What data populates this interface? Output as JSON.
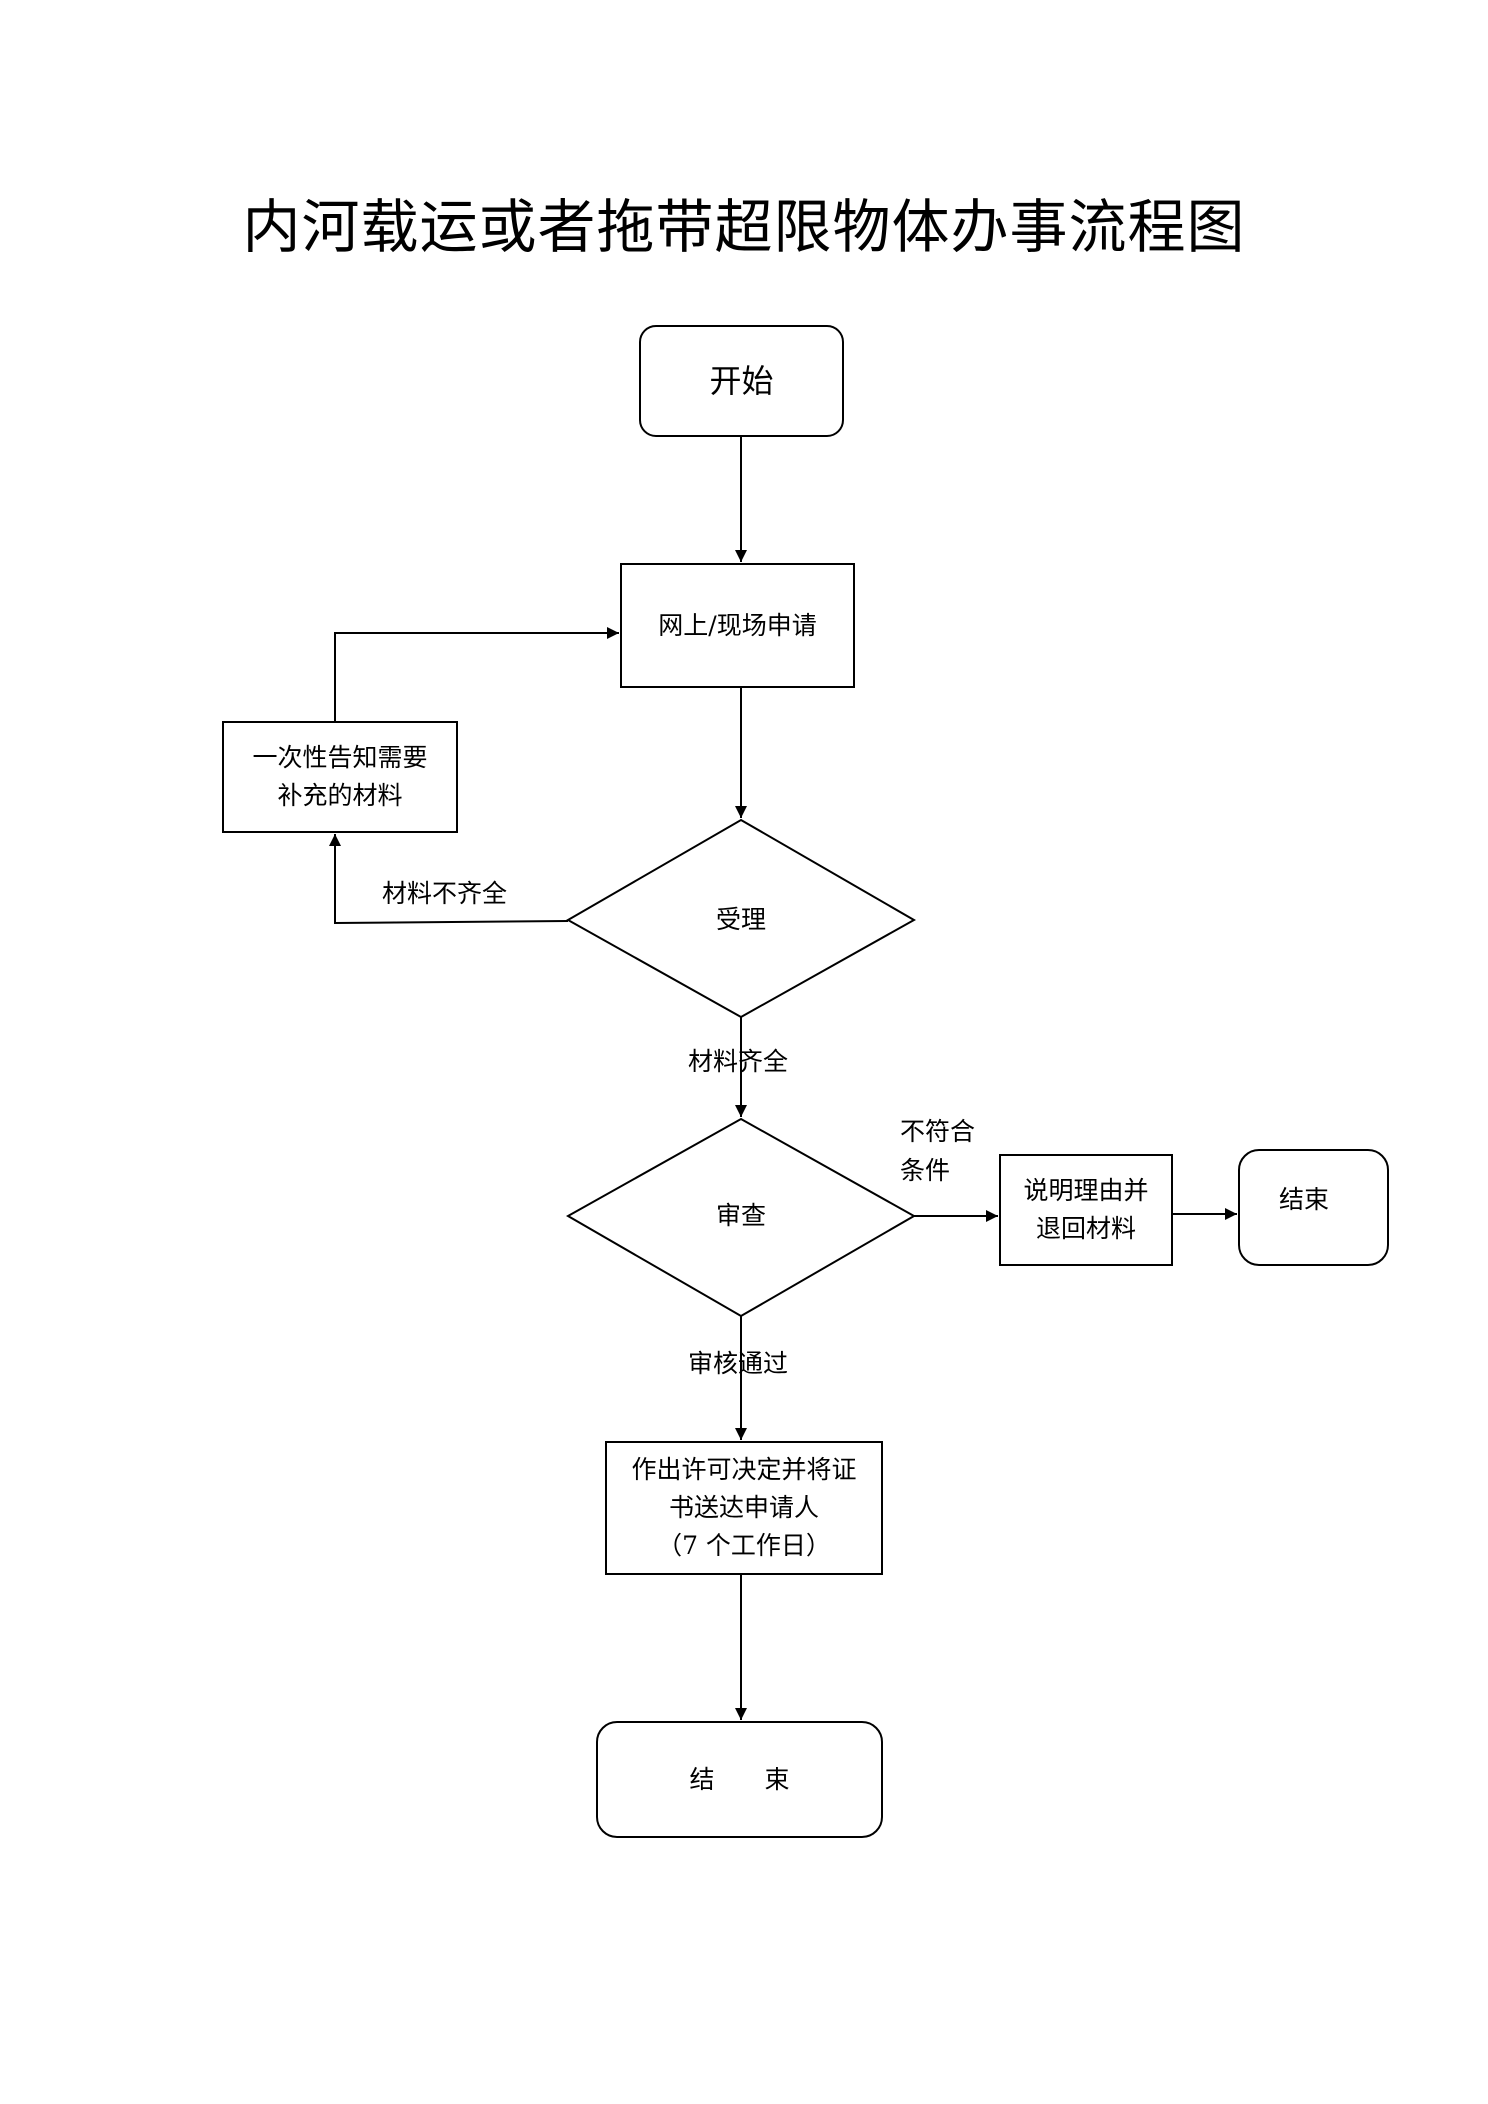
{
  "title": "内河载运或者拖带超限物体办事流程图",
  "nodes": {
    "start": "开始",
    "apply": "网上/现场申请",
    "notify_line1": "一次性告知需要",
    "notify_line2": "补充的材料",
    "accept": "受理",
    "review": "审查",
    "reject_line1": "说明理由并",
    "reject_line2": "退回材料",
    "end_reject": "结束",
    "decision_line1": "作出许可决定并将证",
    "decision_line2": "书送达申请人",
    "decision_line3": "（7 个工作日）",
    "end_final": "结　　束"
  },
  "edges": {
    "incomplete": "材料不齐全",
    "complete": "材料齐全",
    "not_qualified_line1": "不符合",
    "not_qualified_line2": "条件",
    "approved": "审核通过"
  }
}
